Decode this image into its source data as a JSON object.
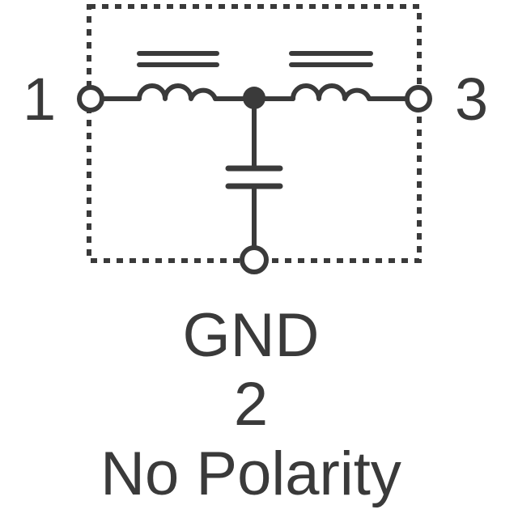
{
  "diagram": {
    "pins": {
      "left": "1",
      "right": "3",
      "bottom_name": "GND",
      "bottom_number": "2"
    },
    "note": "No Polarity",
    "components": [
      {
        "name": "inductor-left",
        "type": "inductor-with-core"
      },
      {
        "name": "inductor-right",
        "type": "inductor-with-core"
      },
      {
        "name": "capacitor",
        "type": "capacitor"
      }
    ],
    "colors": {
      "stroke": "#3a3a3a",
      "background": "#ffffff"
    }
  }
}
